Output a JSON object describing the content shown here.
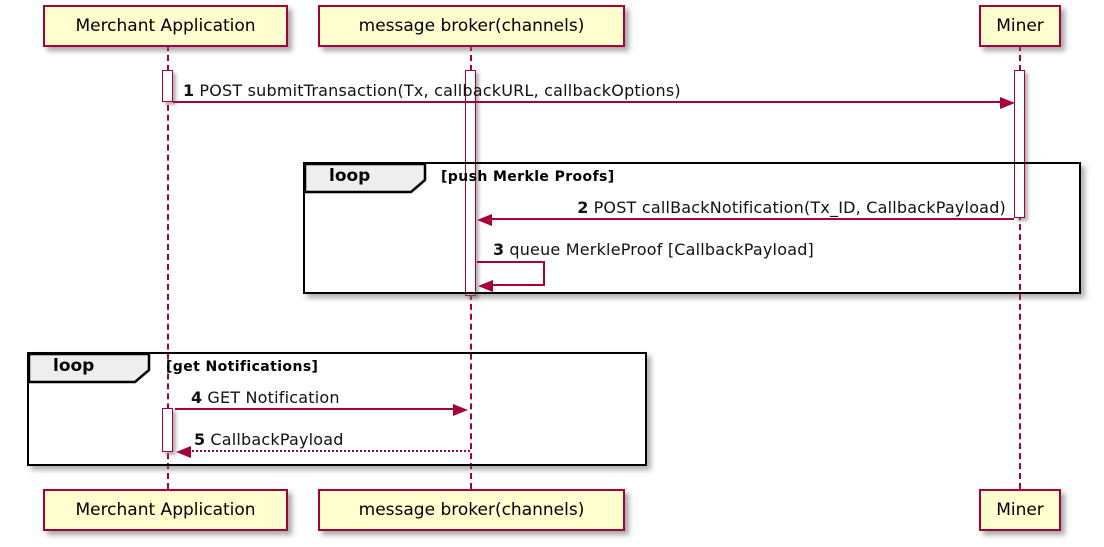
{
  "diagram": {
    "type": "sequence-diagram",
    "participants": [
      {
        "name": "Merchant Application"
      },
      {
        "name": "message broker(channels)"
      },
      {
        "name": "Miner"
      }
    ],
    "messages": [
      {
        "num": "1",
        "text": "POST submitTransaction(Tx, callbackURL, callbackOptions)",
        "from": "Merchant Application",
        "to": "Miner",
        "style": "solid"
      },
      {
        "num": "2",
        "text": "POST callBackNotification(Tx_ID, CallbackPayload)",
        "from": "Miner",
        "to": "message broker(channels)",
        "style": "solid"
      },
      {
        "num": "3",
        "text": "queue MerkleProof [CallbackPayload]",
        "from": "message broker(channels)",
        "to": "message broker(channels)",
        "style": "solid-self"
      },
      {
        "num": "4",
        "text": "GET Notification",
        "from": "Merchant Application",
        "to": "message broker(channels)",
        "style": "solid"
      },
      {
        "num": "5",
        "text": "CallbackPayload",
        "from": "message broker(channels)",
        "to": "Merchant Application",
        "style": "dotted"
      }
    ],
    "loops": [
      {
        "operator": "loop",
        "condition": "[push Merkle Proofs]"
      },
      {
        "operator": "loop",
        "condition": "[get Notifications]"
      }
    ],
    "colors": {
      "participant_fill": "#FEFECE",
      "accent_border": "#A80036",
      "frame_border": "#000000",
      "frame_label_fill": "#EEEEEE",
      "text": "#000000"
    }
  }
}
